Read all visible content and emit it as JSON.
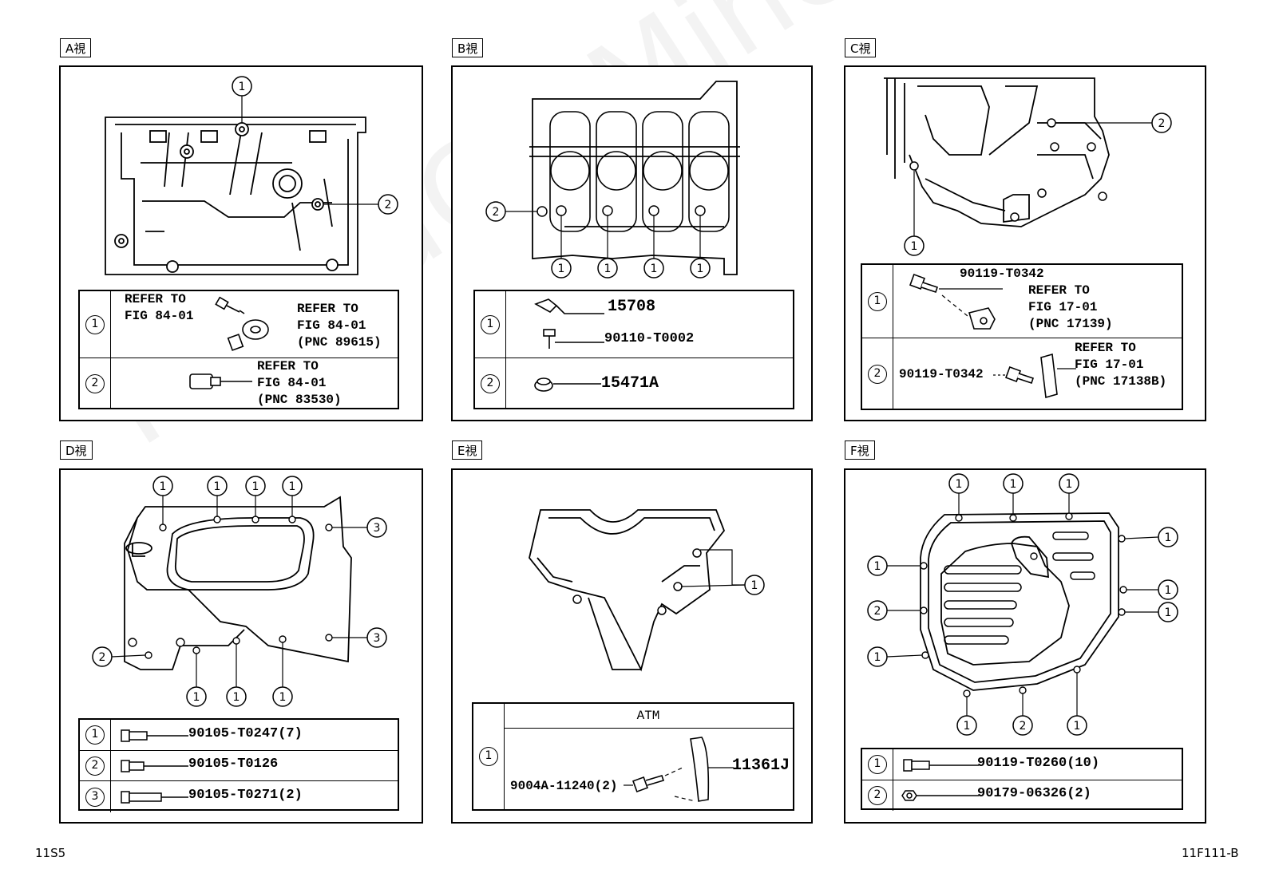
{
  "views": [
    {
      "label": "A視"
    },
    {
      "label": "B視"
    },
    {
      "label": "C視"
    },
    {
      "label": "D視"
    },
    {
      "label": "E視"
    },
    {
      "label": "F視"
    }
  ],
  "callouts": {
    "n1": "1",
    "n2": "2",
    "n3": "3"
  },
  "viewA": {
    "row1": {
      "t1": "REFER TO\nFIG 84-01",
      "t2": "REFER TO\nFIG 84-01\n(PNC 89615)"
    },
    "row2": {
      "t1": "REFER TO\nFIG 84-01\n(PNC 83530)"
    }
  },
  "viewB": {
    "row1": {
      "p1": "15708",
      "p2": "90110-T0002"
    },
    "row2": {
      "p1": "15471A"
    }
  },
  "viewC": {
    "row1": {
      "code": "90119-T0342",
      "refer": "REFER TO\nFIG 17-01\n(PNC 17139)"
    },
    "row2": {
      "code": "90119-T0342",
      "refer": "REFER TO\nFIG 17-01\n(PNC 17138B)"
    }
  },
  "viewD": {
    "rows": [
      {
        "code": "90105-T0247(7)"
      },
      {
        "code": "90105-T0126"
      },
      {
        "code": "90105-T0271(2)"
      }
    ]
  },
  "viewE": {
    "header": "ATM",
    "bolt": "9004A-11240(2)",
    "cover": "11361J"
  },
  "viewF": {
    "rows": [
      {
        "code": "90119-T0260(10)"
      },
      {
        "code": "90179-06326(2)"
      }
    ]
  },
  "footer": {
    "left": "11S5",
    "right": "11F111-B"
  },
  "watermark": "ToyotaCarMine.ru"
}
